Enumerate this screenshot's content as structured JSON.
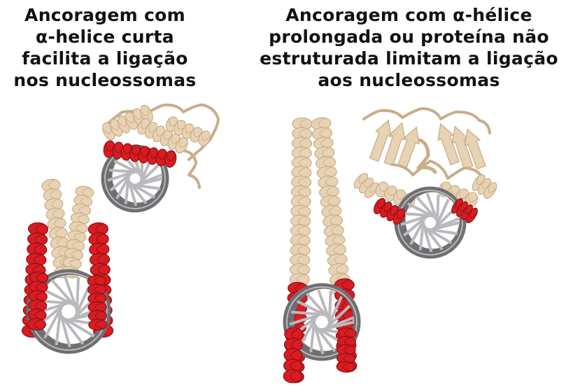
{
  "left_caption": {
    "line1": "Ancoragem  com",
    "line2": "α-helice curta",
    "line3": "facilita a ligação",
    "line4": "nos nucleossomas"
  },
  "right_caption": {
    "line1": "Ancoragem com α-hélice",
    "line2": "prolongada ou proteína não",
    "line3": "estruturada limitam a ligação",
    "line4": "aos nucleossomas"
  },
  "colors": {
    "protein": "#e8d2b4",
    "protein_shade": "#c9ad88",
    "anchor_helix": "#d81c22",
    "anchor_shade": "#8e1014",
    "dna": "#6f6f72",
    "dna_light": "#b9b9bd"
  }
}
